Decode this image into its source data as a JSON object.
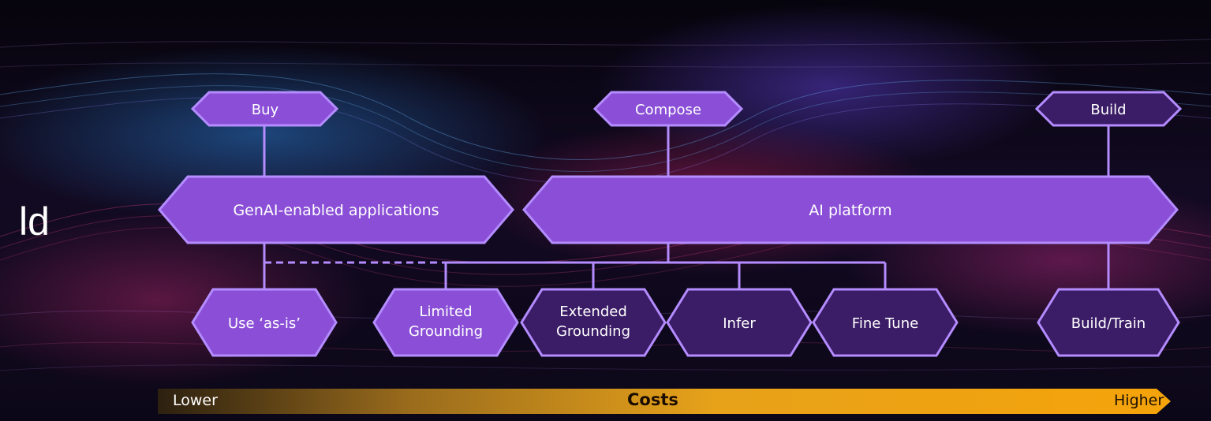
{
  "side_text": "ld",
  "categories": {
    "buy": "Buy",
    "compose": "Compose",
    "build": "Build"
  },
  "layers": {
    "apps": "GenAI-enabled applications",
    "platform": "AI platform"
  },
  "options": {
    "use_as_is": "Use ‘as-is’",
    "limited_grounding": [
      "Limited",
      "Grounding"
    ],
    "extended_grounding": [
      "Extended",
      "Grounding"
    ],
    "infer": "Infer",
    "fine_tune": "Fine Tune",
    "build_train": "Build/Train"
  },
  "cost_axis": {
    "low": "Lower",
    "title": "Costs",
    "high": "Higher"
  },
  "colors": {
    "light_node": "#8a4fd6",
    "dark_node": "#3b1c66",
    "node_border": "#b48cff",
    "connector": "#b48cff",
    "cost_start": "#3a2a12",
    "cost_end": "#f5a30a"
  }
}
